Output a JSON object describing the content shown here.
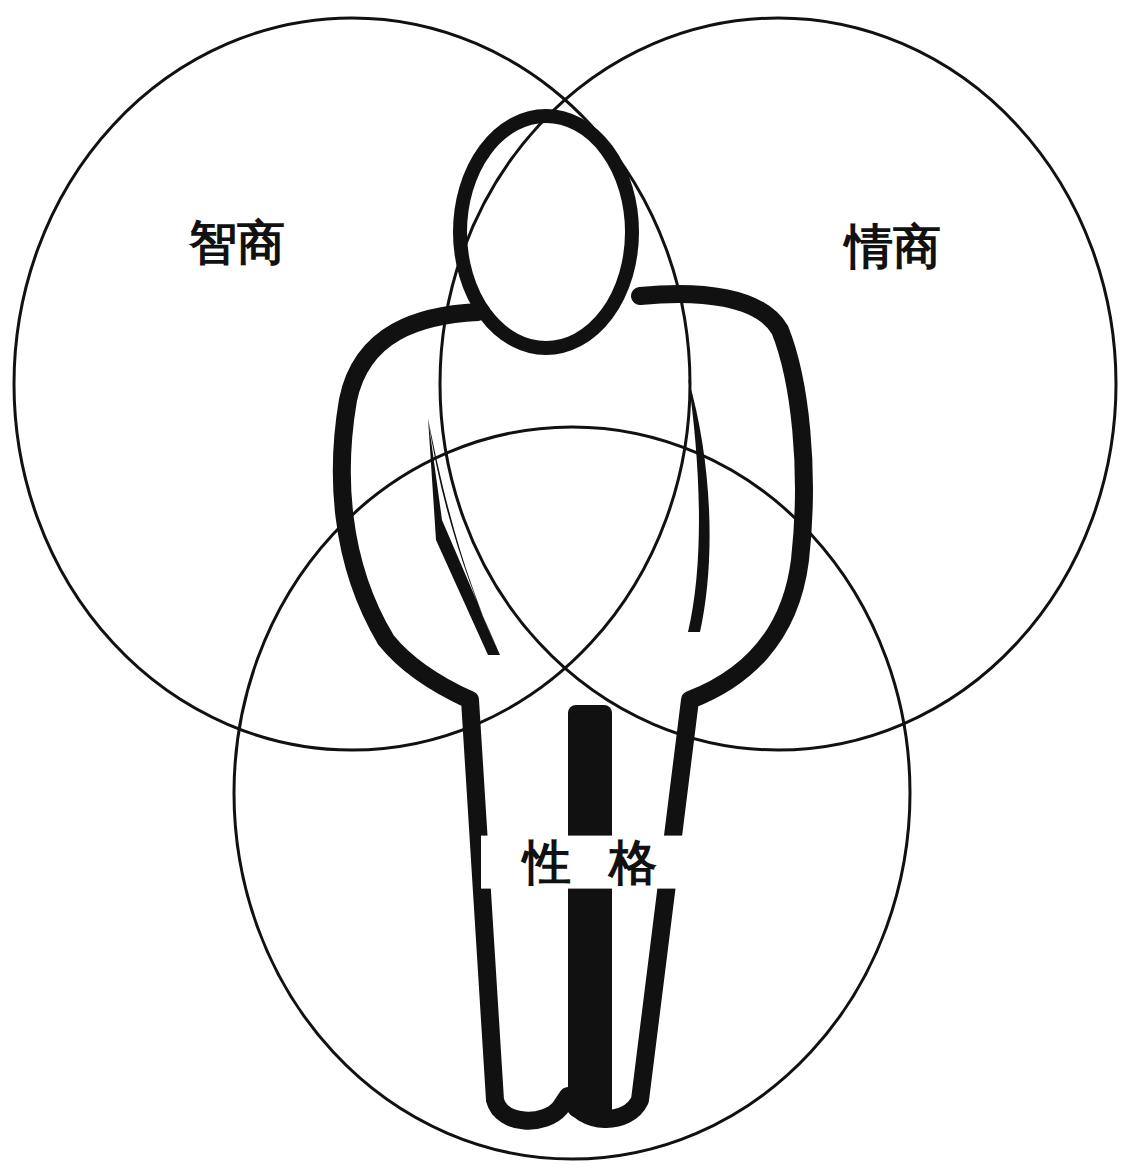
{
  "diagram": {
    "nodes": [
      {
        "text": [
          "智商"
        ]
      },
      {
        "text": [
          "情商"
        ]
      },
      {
        "text": [
          "性格"
        ]
      }
    ]
  }
}
